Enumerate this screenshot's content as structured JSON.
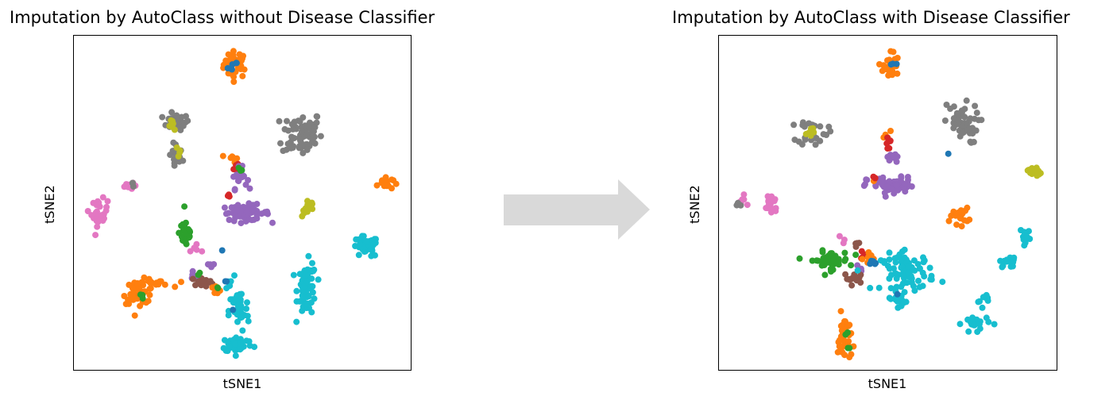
{
  "panels": [
    {
      "title": "Imputation by AutoClass without Disease Classifier",
      "xlabel": "tSNE1",
      "ylabel": "tSNE2"
    },
    {
      "title": "Imputation by AutoClass with Disease Classifier",
      "xlabel": "tSNE1",
      "ylabel": "tSNE2"
    }
  ],
  "arrow": {
    "direction": "right",
    "color": "#d9d9d9"
  },
  "chart_data": [
    {
      "type": "scatter",
      "title": "Imputation by AutoClass without Disease Classifier",
      "xlabel": "tSNE1",
      "ylabel": "tSNE2",
      "ticks_visible": false,
      "xlim": [
        0,
        100
      ],
      "ylim": [
        0,
        100
      ],
      "clusters": [
        {
          "color": "#ff7f0e",
          "x": 48,
          "y": 92,
          "sx": 1.8,
          "sy": 2.0,
          "n": 40
        },
        {
          "color": "#1f77b4",
          "x": 47,
          "y": 91,
          "sx": 0.8,
          "sy": 1.0,
          "n": 5
        },
        {
          "color": "#7f7f7f",
          "x": 30,
          "y": 74.5,
          "sx": 2.0,
          "sy": 1.2,
          "n": 28
        },
        {
          "color": "#bcbd22",
          "x": 29,
          "y": 73.5,
          "sx": 0.8,
          "sy": 1.0,
          "n": 6
        },
        {
          "color": "#7f7f7f",
          "x": 30,
          "y": 64,
          "sx": 1.0,
          "sy": 2.2,
          "n": 18
        },
        {
          "color": "#bcbd22",
          "x": 31,
          "y": 65,
          "sx": 0.6,
          "sy": 0.8,
          "n": 4
        },
        {
          "color": "#7f7f7f",
          "x": 68,
          "y": 71,
          "sx": 3.0,
          "sy": 3.5,
          "n": 70
        },
        {
          "color": "#ff7f0e",
          "x": 47,
          "y": 63.5,
          "sx": 0.8,
          "sy": 0.6,
          "n": 8
        },
        {
          "color": "#d62728",
          "x": 48.5,
          "y": 61,
          "sx": 0.8,
          "sy": 0.8,
          "n": 5
        },
        {
          "color": "#9467bd",
          "x": 49,
          "y": 57.5,
          "sx": 1.2,
          "sy": 1.6,
          "n": 18
        },
        {
          "color": "#2ca02c",
          "x": 50,
          "y": 60,
          "sx": 0.6,
          "sy": 0.5,
          "n": 3
        },
        {
          "color": "#e377c2",
          "x": 16,
          "y": 55.5,
          "sx": 1.0,
          "sy": 0.8,
          "n": 8
        },
        {
          "color": "#7f7f7f",
          "x": 17,
          "y": 55.5,
          "sx": 0.6,
          "sy": 0.6,
          "n": 3
        },
        {
          "color": "#ff7f0e",
          "x": 93,
          "y": 56,
          "sx": 1.2,
          "sy": 1.0,
          "n": 20
        },
        {
          "color": "#e377c2",
          "x": 7,
          "y": 47,
          "sx": 1.2,
          "sy": 2.0,
          "n": 28
        },
        {
          "color": "#9467bd",
          "x": 51,
          "y": 47,
          "sx": 3.6,
          "sy": 1.2,
          "n": 60
        },
        {
          "color": "#d62728",
          "x": 46,
          "y": 51.5,
          "sx": 0.6,
          "sy": 0.6,
          "n": 3
        },
        {
          "color": "#bcbd22",
          "x": 70,
          "y": 48.5,
          "sx": 1.0,
          "sy": 1.4,
          "n": 15
        },
        {
          "color": "#2ca02c",
          "x": 33,
          "y": 41,
          "sx": 1.0,
          "sy": 2.4,
          "n": 35
        },
        {
          "color": "#17becf",
          "x": 87,
          "y": 36.5,
          "sx": 2.0,
          "sy": 1.6,
          "n": 40
        },
        {
          "color": "#e377c2",
          "x": 37,
          "y": 36,
          "sx": 1.0,
          "sy": 0.8,
          "n": 5
        },
        {
          "color": "#1f77b4",
          "x": 44,
          "y": 35.5,
          "sx": 0.4,
          "sy": 0.4,
          "n": 1
        },
        {
          "color": "#9467bd",
          "x": 40.5,
          "y": 31.5,
          "sx": 0.8,
          "sy": 0.6,
          "n": 4
        },
        {
          "color": "#17becf",
          "x": 69.5,
          "y": 24,
          "sx": 1.4,
          "sy": 4.0,
          "n": 60
        },
        {
          "color": "#ff7f0e",
          "x": 19,
          "y": 23,
          "sx": 2.4,
          "sy": 1.8,
          "n": 40
        },
        {
          "color": "#ff7f0e",
          "x": 24,
          "y": 25.5,
          "sx": 2.4,
          "sy": 0.6,
          "n": 15
        },
        {
          "color": "#2ca02c",
          "x": 18,
          "y": 21.5,
          "sx": 1.5,
          "sy": 1.0,
          "n": 4
        },
        {
          "color": "#9467bd",
          "x": 35.5,
          "y": 28,
          "sx": 0.8,
          "sy": 0.8,
          "n": 5
        },
        {
          "color": "#8c564b",
          "x": 38,
          "y": 26,
          "sx": 1.8,
          "sy": 0.6,
          "n": 14
        },
        {
          "color": "#2ca02c",
          "x": 36,
          "y": 28.5,
          "sx": 0.5,
          "sy": 0.5,
          "n": 2
        },
        {
          "color": "#17becf",
          "x": 46,
          "y": 25.5,
          "sx": 0.8,
          "sy": 1.2,
          "n": 6
        },
        {
          "color": "#1f77b4",
          "x": 45,
          "y": 26.5,
          "sx": 0.5,
          "sy": 0.5,
          "n": 2
        },
        {
          "color": "#ff7f0e",
          "x": 42,
          "y": 23.5,
          "sx": 1.0,
          "sy": 0.8,
          "n": 6
        },
        {
          "color": "#2ca02c",
          "x": 42.5,
          "y": 24,
          "sx": 0.5,
          "sy": 0.5,
          "n": 2
        },
        {
          "color": "#17becf",
          "x": 49,
          "y": 17,
          "sx": 1.5,
          "sy": 3.2,
          "n": 40
        },
        {
          "color": "#1f77b4",
          "x": 46.5,
          "y": 17.5,
          "sx": 0.4,
          "sy": 0.4,
          "n": 1
        },
        {
          "color": "#17becf",
          "x": 48.5,
          "y": 7,
          "sx": 2.4,
          "sy": 1.2,
          "n": 50
        }
      ]
    },
    {
      "type": "scatter",
      "title": "Imputation by AutoClass with Disease Classifier",
      "xlabel": "tSNE1",
      "ylabel": "tSNE2",
      "ticks_visible": false,
      "xlim": [
        0,
        100
      ],
      "ylim": [
        0,
        100
      ],
      "clusters": [
        {
          "color": "#ff7f0e",
          "x": 51,
          "y": 91.5,
          "sx": 1.2,
          "sy": 2.4,
          "n": 28
        },
        {
          "color": "#1f77b4",
          "x": 52,
          "y": 93,
          "sx": 0.6,
          "sy": 0.6,
          "n": 3
        },
        {
          "color": "#7f7f7f",
          "x": 27.5,
          "y": 71.5,
          "sx": 2.2,
          "sy": 2.0,
          "n": 30
        },
        {
          "color": "#bcbd22",
          "x": 26.5,
          "y": 71.5,
          "sx": 1.0,
          "sy": 1.0,
          "n": 8
        },
        {
          "color": "#7f7f7f",
          "x": 72,
          "y": 74,
          "sx": 2.6,
          "sy": 3.0,
          "n": 50
        },
        {
          "color": "#1f77b4",
          "x": 68,
          "y": 64.5,
          "sx": 0.4,
          "sy": 0.4,
          "n": 1
        },
        {
          "color": "#ff7f0e",
          "x": 49.5,
          "y": 71,
          "sx": 0.6,
          "sy": 0.8,
          "n": 4
        },
        {
          "color": "#d62728",
          "x": 50,
          "y": 68,
          "sx": 0.6,
          "sy": 1.0,
          "n": 6
        },
        {
          "color": "#9467bd",
          "x": 51.5,
          "y": 64,
          "sx": 0.8,
          "sy": 1.2,
          "n": 10
        },
        {
          "color": "#bcbd22",
          "x": 94,
          "y": 59.5,
          "sx": 1.0,
          "sy": 0.8,
          "n": 14
        },
        {
          "color": "#9467bd",
          "x": 51,
          "y": 55,
          "sx": 3.6,
          "sy": 1.4,
          "n": 55
        },
        {
          "color": "#ff7f0e",
          "x": 46,
          "y": 57,
          "sx": 0.5,
          "sy": 0.5,
          "n": 2
        },
        {
          "color": "#d62728",
          "x": 46,
          "y": 57.5,
          "sx": 0.5,
          "sy": 0.5,
          "n": 2
        },
        {
          "color": "#e377c2",
          "x": 6,
          "y": 50.5,
          "sx": 0.8,
          "sy": 1.2,
          "n": 6
        },
        {
          "color": "#7f7f7f",
          "x": 5.5,
          "y": 49,
          "sx": 0.6,
          "sy": 0.6,
          "n": 3
        },
        {
          "color": "#e377c2",
          "x": 15,
          "y": 50,
          "sx": 1.0,
          "sy": 1.8,
          "n": 22
        },
        {
          "color": "#ff7f0e",
          "x": 71.5,
          "y": 46,
          "sx": 1.4,
          "sy": 1.2,
          "n": 20
        },
        {
          "color": "#17becf",
          "x": 91.5,
          "y": 40,
          "sx": 0.8,
          "sy": 1.4,
          "n": 12
        },
        {
          "color": "#17becf",
          "x": 86.5,
          "y": 32,
          "sx": 1.4,
          "sy": 0.8,
          "n": 14
        },
        {
          "color": "#2ca02c",
          "x": 32.5,
          "y": 32.5,
          "sx": 3.0,
          "sy": 1.4,
          "n": 45
        },
        {
          "color": "#e377c2",
          "x": 36.5,
          "y": 38.5,
          "sx": 0.6,
          "sy": 0.6,
          "n": 3
        },
        {
          "color": "#8c564b",
          "x": 41,
          "y": 37,
          "sx": 0.8,
          "sy": 0.8,
          "n": 4
        },
        {
          "color": "#d62728",
          "x": 42,
          "y": 34,
          "sx": 0.8,
          "sy": 0.8,
          "n": 5
        },
        {
          "color": "#9467bd",
          "x": 41,
          "y": 30,
          "sx": 0.6,
          "sy": 0.6,
          "n": 3
        },
        {
          "color": "#8c564b",
          "x": 40,
          "y": 27,
          "sx": 1.6,
          "sy": 0.8,
          "n": 14
        },
        {
          "color": "#ff7f0e",
          "x": 45,
          "y": 33.5,
          "sx": 1.2,
          "sy": 1.2,
          "n": 8
        },
        {
          "color": "#1f77b4",
          "x": 46,
          "y": 31.5,
          "sx": 0.8,
          "sy": 0.6,
          "n": 5
        },
        {
          "color": "#17becf",
          "x": 56,
          "y": 29,
          "sx": 4.0,
          "sy": 2.8,
          "n": 80
        },
        {
          "color": "#17becf",
          "x": 53.5,
          "y": 20,
          "sx": 1.0,
          "sy": 1.6,
          "n": 12
        },
        {
          "color": "#1f77b4",
          "x": 53,
          "y": 22,
          "sx": 0.4,
          "sy": 0.4,
          "n": 1
        },
        {
          "color": "#17becf",
          "x": 76.5,
          "y": 13.5,
          "sx": 2.0,
          "sy": 1.2,
          "n": 22
        },
        {
          "color": "#17becf",
          "x": 78.5,
          "y": 20.5,
          "sx": 1.0,
          "sy": 1.0,
          "n": 8
        },
        {
          "color": "#ff7f0e",
          "x": 37,
          "y": 9,
          "sx": 1.0,
          "sy": 3.6,
          "n": 40
        },
        {
          "color": "#2ca02c",
          "x": 37.5,
          "y": 10.5,
          "sx": 0.5,
          "sy": 0.5,
          "n": 2
        },
        {
          "color": "#2ca02c",
          "x": 38.5,
          "y": 6,
          "sx": 0.5,
          "sy": 0.5,
          "n": 2
        }
      ]
    }
  ]
}
